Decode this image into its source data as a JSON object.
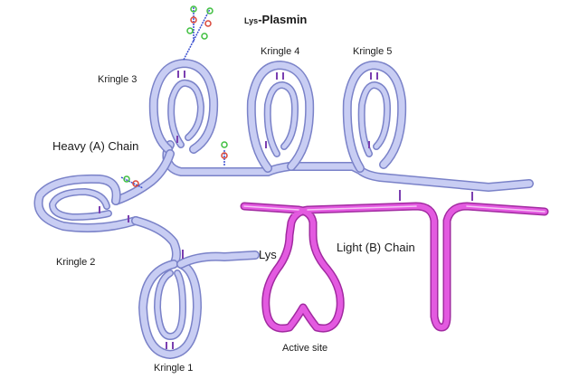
{
  "title": {
    "prefix": "Lys",
    "main": "-Plasmin"
  },
  "labels": {
    "heavy_chain": "Heavy (A) Chain",
    "light_chain": "Light (B) Chain",
    "active_site": "Active site",
    "lys": "Lys",
    "kringle1": "Kringle 1",
    "kringle2": "Kringle 2",
    "kringle3": "Kringle 3",
    "kringle4": "Kringle 4",
    "kringle5": "Kringle 5"
  },
  "colors": {
    "heavy_chain": "#c8cdf3",
    "heavy_chain_outline": "#7a82c8",
    "light_chain": "#e35ae0",
    "light_chain_outline": "#a12aa0",
    "disulfide": "#7b3fb0",
    "glycan_green": "#3fbf3f",
    "glycan_red": "#d9473b",
    "glycan_blue": "#3a4fd0"
  }
}
